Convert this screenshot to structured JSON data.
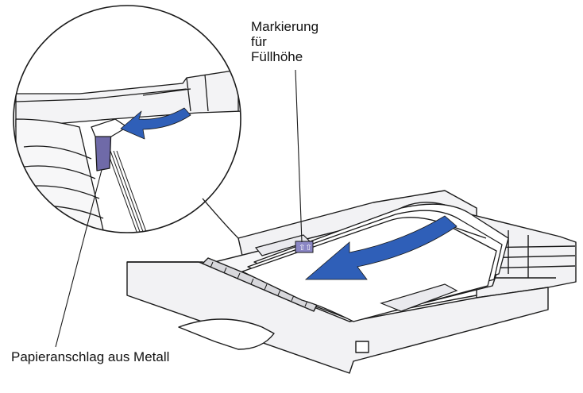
{
  "labels": {
    "fill_height_mark": "Markierung\nfür\nFüllhöhe",
    "metal_paper_stop": "Papieranschlag aus Metall",
    "mark_icon_text": "⇧⇧"
  },
  "colors": {
    "line": "#1a1a1a",
    "tray_fill": "#f2f2f4",
    "paper_fill": "#ffffff",
    "arrow_blue": "#2f5fb8",
    "stop_purple": "#6f6aa8"
  },
  "icons": {
    "load_arrow": "curved-arrow",
    "push_arrow": "curved-arrow",
    "fill_mark": "up-arrows-icon"
  }
}
